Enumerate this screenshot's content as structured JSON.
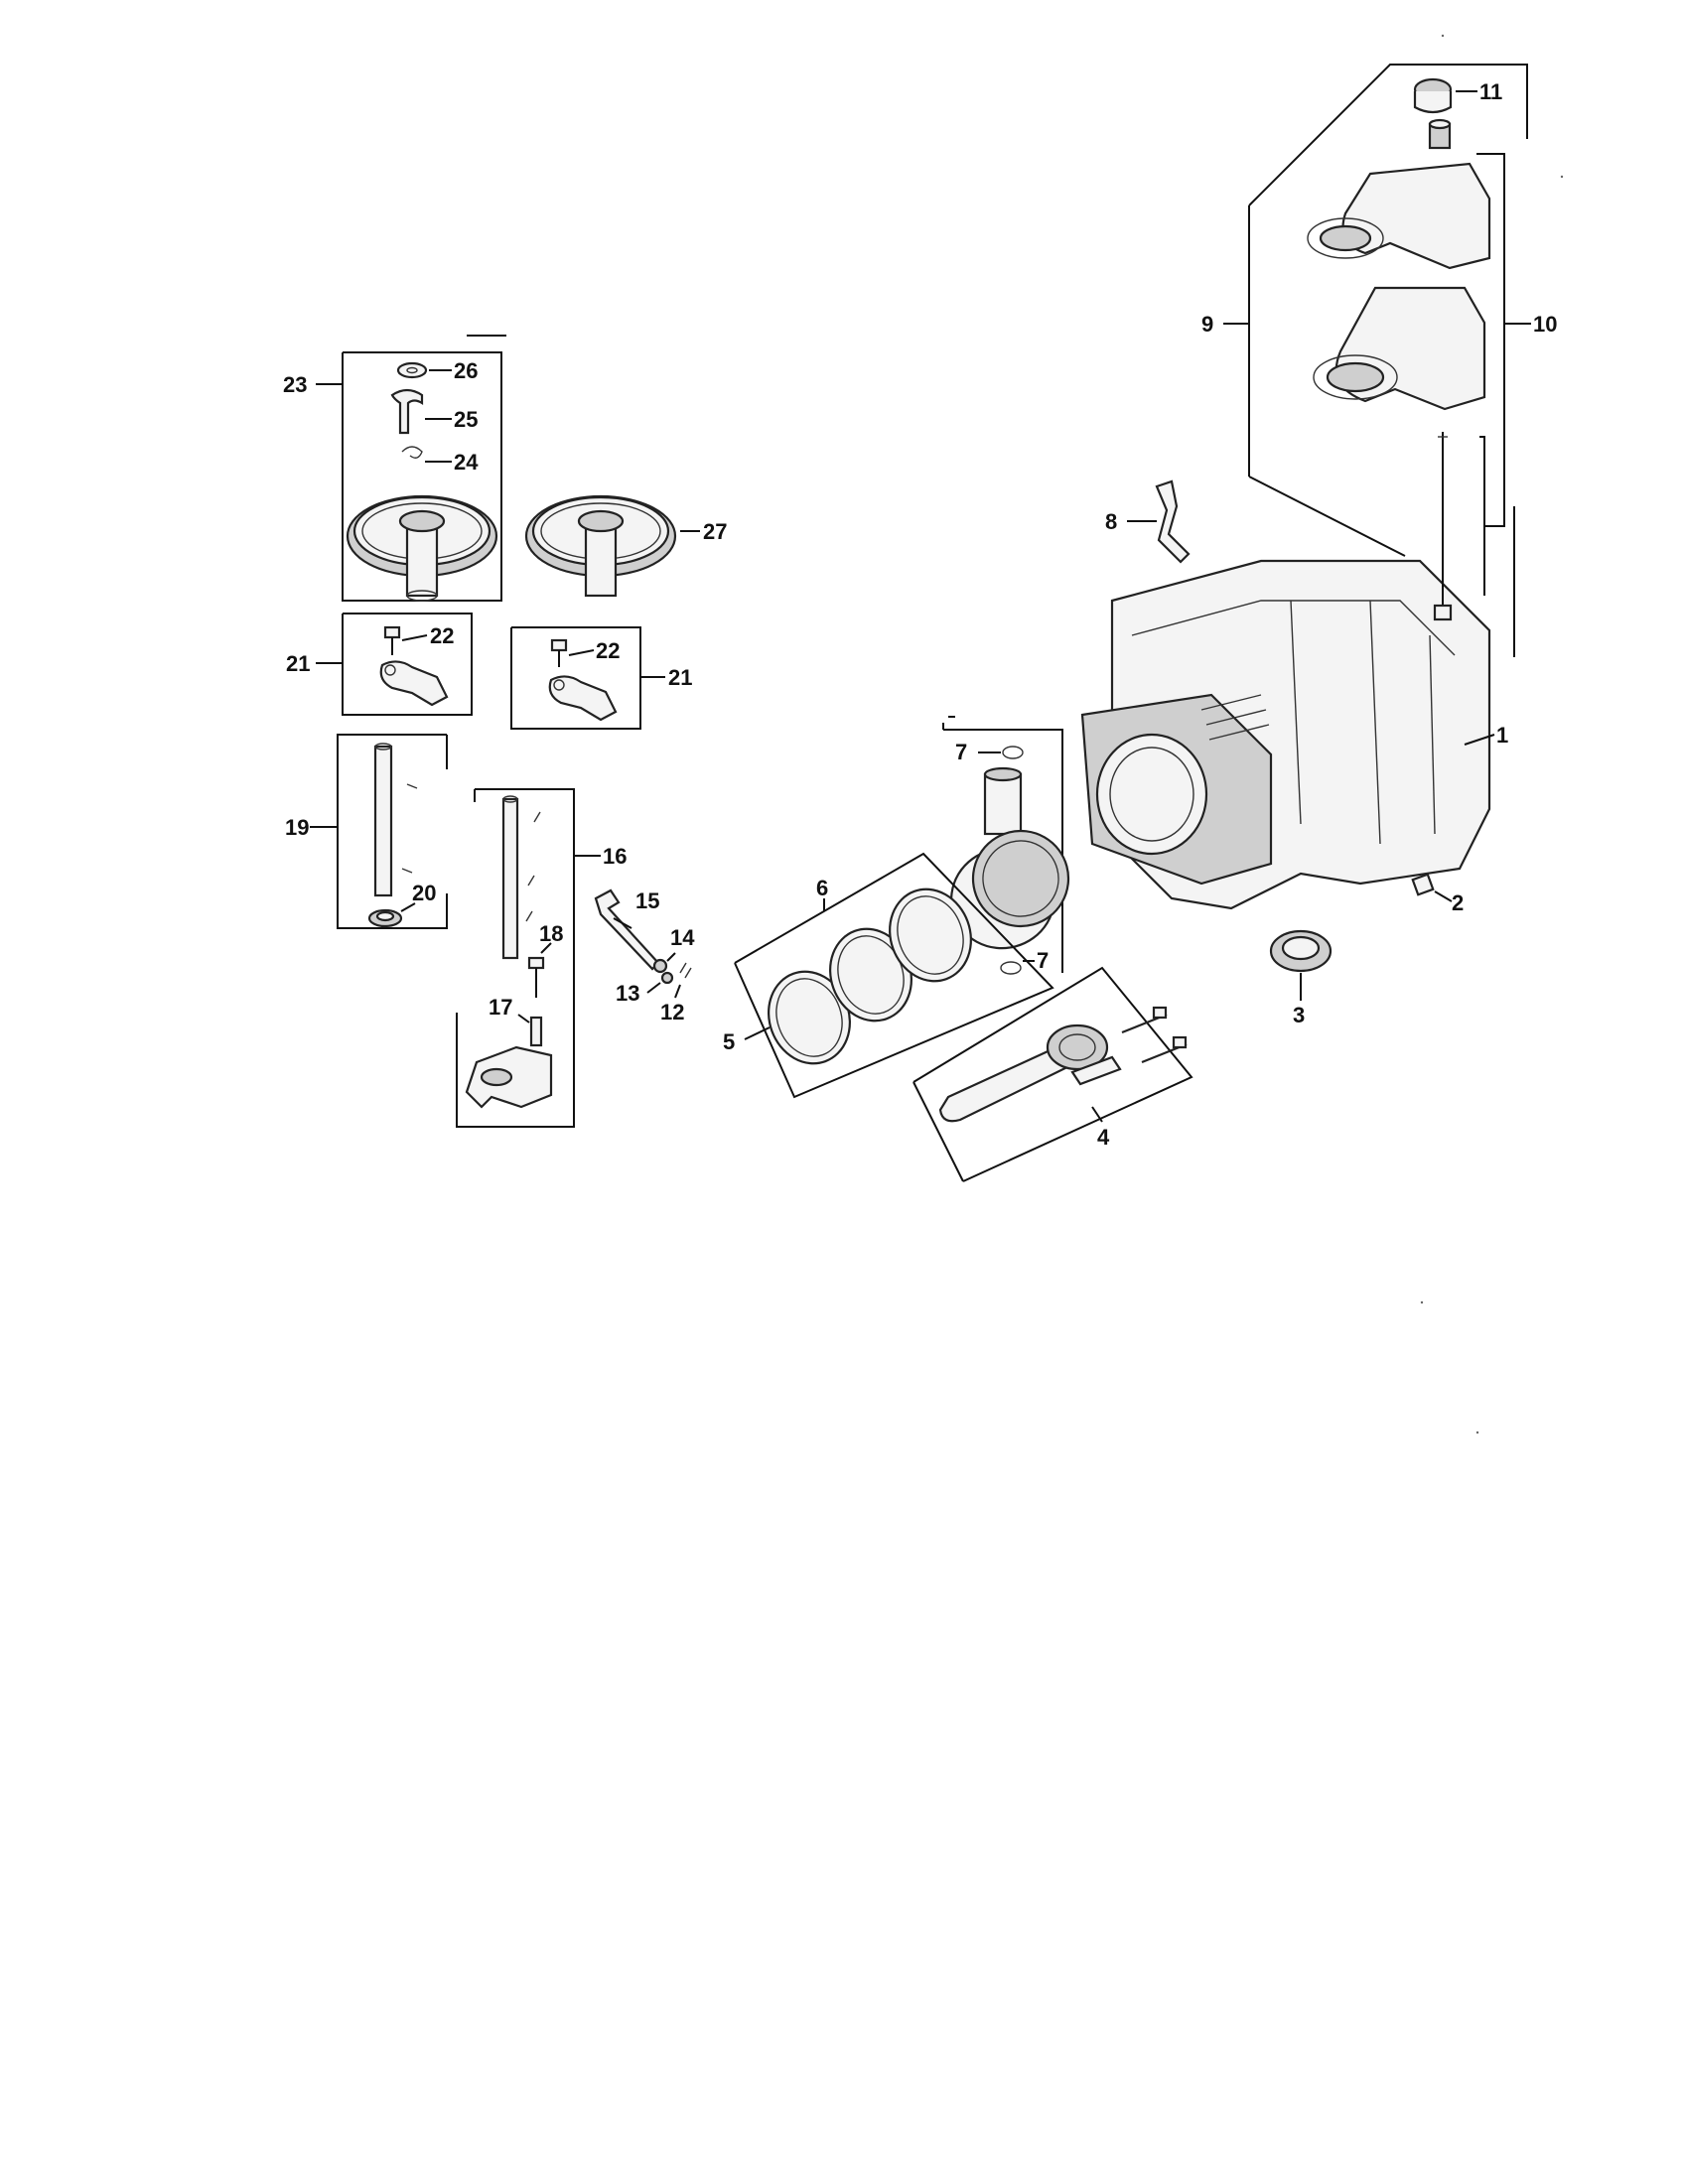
{
  "callouts": {
    "c1": "1",
    "c2": "2",
    "c3": "3",
    "c4": "4",
    "c5": "5",
    "c6": "6",
    "c7a": "7",
    "c7b": "7",
    "c8": "8",
    "c9": "9",
    "c10": "10",
    "c11": "11",
    "c12": "12",
    "c13": "13",
    "c14": "14",
    "c15": "15",
    "c16": "16",
    "c17": "17",
    "c18": "18",
    "c19": "19",
    "c20": "20",
    "c21a": "21",
    "c21b": "21",
    "c22a": "22",
    "c22b": "22",
    "c23": "23",
    "c24": "24",
    "c25": "25",
    "c26": "26",
    "c27": "27"
  }
}
